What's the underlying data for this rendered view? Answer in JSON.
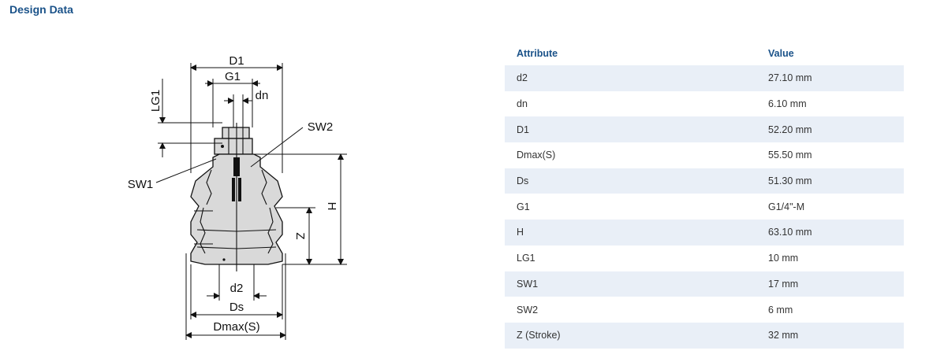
{
  "section_title": "Design Data",
  "drawing_labels": {
    "d1": "D1",
    "g1": "G1",
    "dn": "dn",
    "lg1": "LG1",
    "sw2": "SW2",
    "sw1": "SW1",
    "h": "H",
    "z": "Z",
    "d2": "d2",
    "ds": "Ds",
    "dmax": "Dmax(S)"
  },
  "table": {
    "headers": [
      "Attribute",
      "Value"
    ],
    "rows": [
      {
        "attribute": "d2",
        "value": "27.10 mm"
      },
      {
        "attribute": "dn",
        "value": "6.10 mm"
      },
      {
        "attribute": "D1",
        "value": "52.20 mm"
      },
      {
        "attribute": "Dmax(S)",
        "value": "55.50 mm"
      },
      {
        "attribute": "Ds",
        "value": "51.30 mm"
      },
      {
        "attribute": "G1",
        "value": "G1/4\"-M"
      },
      {
        "attribute": "H",
        "value": "63.10 mm"
      },
      {
        "attribute": "LG1",
        "value": "10 mm"
      },
      {
        "attribute": "SW1",
        "value": "17 mm"
      },
      {
        "attribute": "SW2",
        "value": "6 mm"
      },
      {
        "attribute": "Z (Stroke)",
        "value": "32 mm"
      }
    ]
  },
  "colors": {
    "heading": "#1a5289",
    "row_stripe": "#e9eff7",
    "part_fill": "#d9d9d9"
  }
}
